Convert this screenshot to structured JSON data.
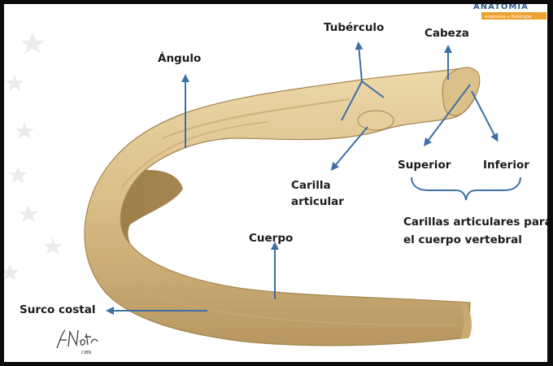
{
  "labels": {
    "tuberculo": "Tubérculo",
    "cabeza": "Cabeza",
    "angulo": "Ángulo",
    "carilla_articular_line1": "Carilla",
    "carilla_articular_line2": "articular",
    "superior": "Superior",
    "inferior": "Inferior",
    "carillas_vertebral_line1": "Carillas articulares para",
    "carillas_vertebral_line2": "el cuerpo vertebral",
    "cuerpo": "Cuerpo",
    "surco_costal": "Surco costal"
  },
  "colors": {
    "arrow": "#3d6fa3",
    "bone_light": "#e8d3a3",
    "bone_mid": "#d2b57c",
    "bone_dark": "#a4854f",
    "label_text": "#1c1c1c",
    "frame": "#0b0b0b",
    "brand_bar": "#f0a030"
  },
  "brand_logo_text": "ANATOMIA",
  "brand_bar_text": "anatomia y fisiologia",
  "signature_text": "F. Netter"
}
